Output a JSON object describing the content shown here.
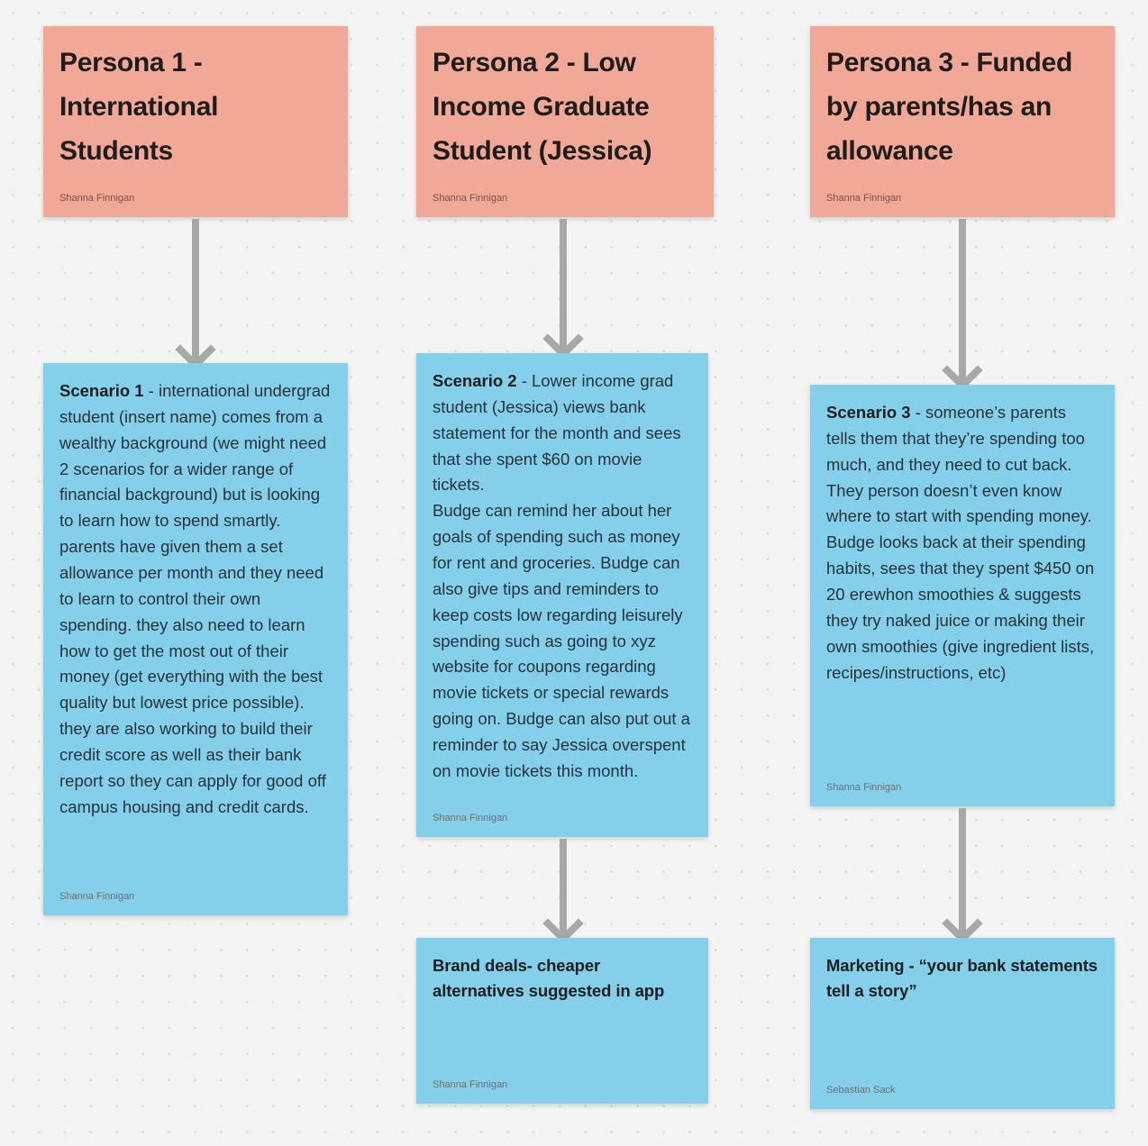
{
  "board": {
    "background_color": "#f4f4f4",
    "dot_color": "#d9d9d9",
    "pink_color": "#f2a897",
    "blue_color": "#84d0ea",
    "arrow_color": "#a8a8a8"
  },
  "personas": [
    {
      "title": "Persona 1 - International Students",
      "author": "Shanna Finnigan"
    },
    {
      "title": "Persona 2 - Low Income Graduate Student (Jessica)",
      "author": "Shanna Finnigan"
    },
    {
      "title": "Persona 3 - Funded by parents/has an allowance",
      "author": "Shanna Finnigan"
    }
  ],
  "scenarios": [
    {
      "label": "Scenario 1",
      "body": " - international undergrad student (insert name) comes from a wealthy background (we might need 2 scenarios for a wider range of financial background) but is looking to learn how to spend smartly. parents have given them a set allowance per month and they need to learn to control their own spending. they also need to learn how to get the most out of their money (get everything with the best quality but lowest price possible). they are also working to build their credit score as well as their bank report so they can apply for good off campus housing and credit cards.",
      "author": "Shanna Finnigan"
    },
    {
      "label": "Scenario 2",
      "body": " - Lower income grad student (Jessica) views bank statement for the month and sees that she spent $60 on movie tickets.\nBudge can remind her about her goals of spending such as money for rent and groceries. Budge can also give tips and reminders to keep costs low regarding leisurely spending such as going to xyz website for coupons regarding movie tickets or special rewards going on. Budge can also put out a reminder to say Jessica overspent on movie tickets this month.",
      "author": "Shanna Finnigan"
    },
    {
      "label": "Scenario 3",
      "body": " - someone’s parents tells them that they’re spending too much, and they need to cut back.\nThey person doesn’t even know where to start with spending money.\nBudge looks back at their spending habits, sees that they spent $450 on 20 erewhon smoothies & suggests they try naked juice or making their own smoothies (give ingredient lists, recipes/instructions, etc)",
      "author": "Shanna Finnigan"
    }
  ],
  "outcomes": [
    {
      "title": "Brand deals- cheaper alternatives suggested in app",
      "author": "Shanna Finnigan"
    },
    {
      "title": "Marketing - “your bank statements tell a story”",
      "author": "Sebastian Sack"
    }
  ]
}
